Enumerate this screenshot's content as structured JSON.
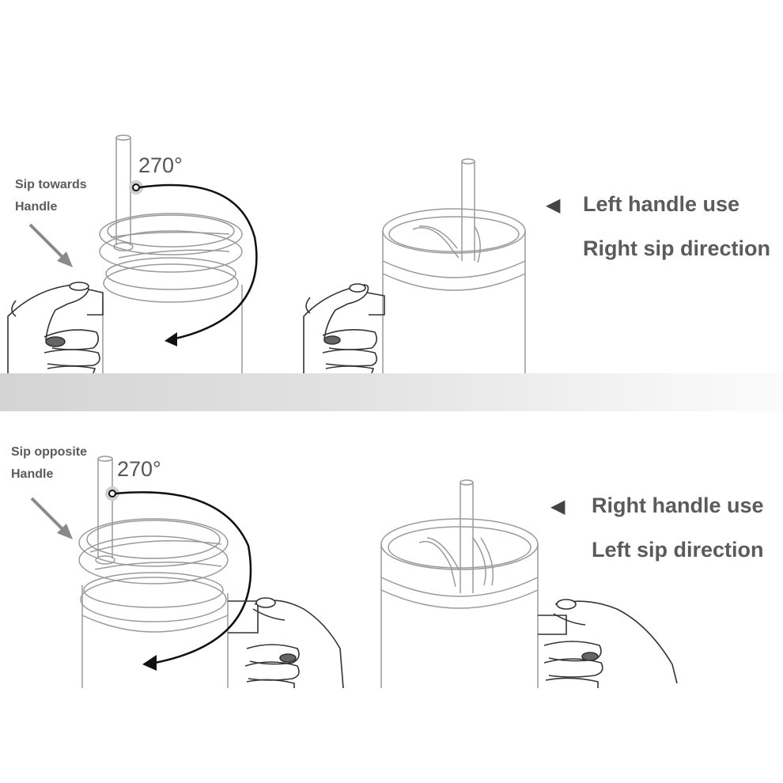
{
  "top": {
    "angle": "270°",
    "tip_line1": "Sip towards",
    "tip_line2": "Handle",
    "use_label": "Left handle use",
    "direction_label": "Right sip direction"
  },
  "bottom": {
    "angle": "270°",
    "tip_line1": "Sip opposite",
    "tip_line2": "Handle",
    "use_label": "Right handle use",
    "direction_label": "Left sip direction"
  },
  "colors": {
    "text": "#5b5b5b",
    "divider": "#d9d9d9",
    "line": "#9a9a9a",
    "arrow": "#111111"
  },
  "icons": [
    "pointer-arrow-icon",
    "rotation-arrow-icon",
    "hand-icon",
    "tumbler-icon"
  ]
}
